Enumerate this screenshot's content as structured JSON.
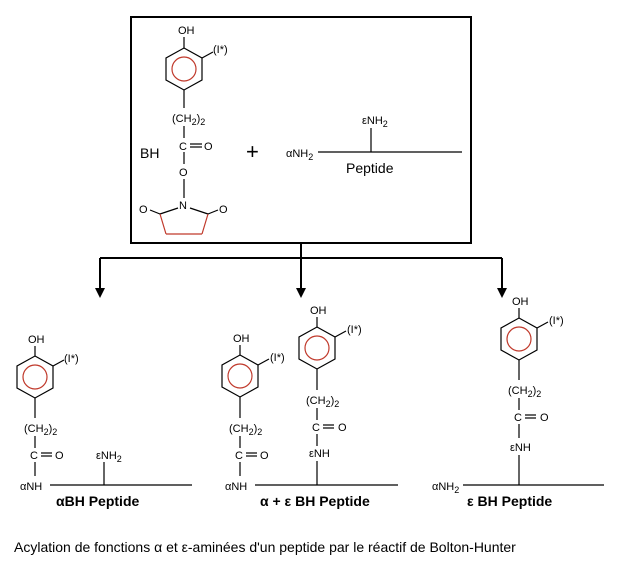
{
  "reagent": {
    "label": "BH",
    "oh": "OH",
    "iodine": "(I*)",
    "chain": "(CH",
    "chain_sub": "2",
    "chain_end": ")",
    "chain_count": "2",
    "carbon": "C",
    "oxygen_eq": "O",
    "oxygen": "O",
    "nitrogen": "N",
    "ring_o_left": "O",
    "ring_o_right": "O"
  },
  "plus": "+",
  "peptide": {
    "name": "Peptide",
    "alpha_amine": "αNH",
    "alpha_sub": "2",
    "eps_amine": "εNH",
    "eps_sub": "2"
  },
  "products": [
    {
      "label": "αBH Peptide",
      "oh": "OH",
      "iodine": "(I*)",
      "chain": "(CH",
      "chain_sub": "2",
      "chain_end": ")",
      "chain_count": "2",
      "carbon": "C",
      "oxygen": "O",
      "amine": "αNH",
      "eps_amine": "εNH",
      "eps_sub": "2"
    },
    {
      "label": "α + ε BH Peptide",
      "oh1": "OH",
      "iodine1": "(I*)",
      "oh2": "OH",
      "iodine2": "(I*)",
      "chain": "(CH",
      "chain_sub": "2",
      "chain_end": ")",
      "chain_count": "2",
      "carbon": "C",
      "oxygen": "O",
      "amine": "αNH",
      "eps_amine": "εNH"
    },
    {
      "label": "ε BH Peptide",
      "oh": "OH",
      "iodine": "(I*)",
      "chain": "(CH",
      "chain_sub": "2",
      "chain_end": ")",
      "chain_count": "2",
      "carbon": "C",
      "oxygen": "O",
      "amine": "αNH",
      "amine_sub": "2",
      "eps_amine": "εNH"
    }
  ],
  "caption": "Acylation de fonctions α et ε-aminées d'un peptide par le réactif de Bolton-Hunter",
  "colors": {
    "ring": "#c0392b",
    "ink": "#000000"
  }
}
